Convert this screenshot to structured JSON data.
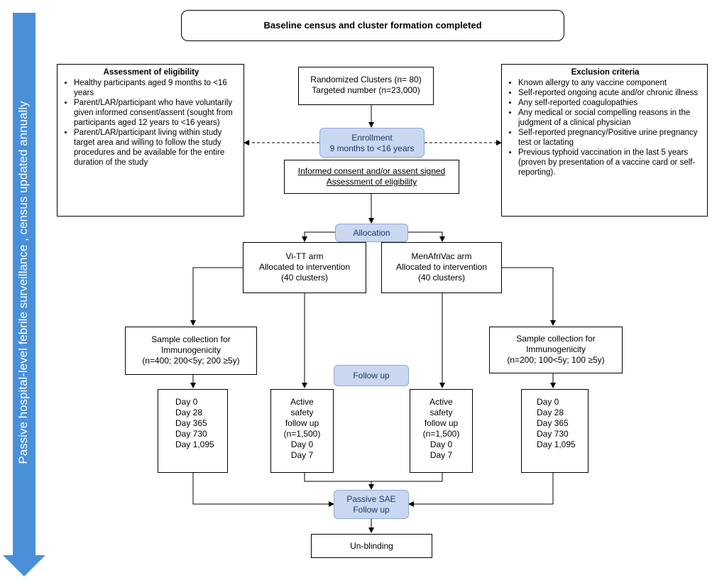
{
  "side_banner": {
    "text": "Passive hospital-level febrile surveillance , census updated annually",
    "color": "#4a90d9"
  },
  "header": {
    "title": "Baseline census and cluster formation completed"
  },
  "randomized": {
    "line1": "Randomized Clusters (n=  80)",
    "line2": "Targeted number (n=23,000)"
  },
  "eligibility": {
    "title": "Assessment of eligibility",
    "items": [
      "Healthy participants aged 9 months  to <16 years",
      "Parent/LAR/participant who have voluntarily given informed consent/assent (sought from participants aged 12 years to <16 years)",
      "Parent/LAR/participant living within study target area and willing to follow the study procedures and be available for the entire duration of the study"
    ]
  },
  "exclusion": {
    "title": "Exclusion criteria",
    "items": [
      "Known allergy to any vaccine component",
      "Self-reported ongoing acute and/or chronic illness",
      "Any self-reported coagulopathies",
      "Any medical or social compelling reasons in the judgment of a clinical physician",
      "Self-reported pregnancy/Positive urine pregnancy test or lactating",
      "Previous typhoid vaccination in the last 5 years (proven by presentation of a vaccine card or self-reporting)."
    ]
  },
  "enrollment": {
    "line1": "Enrollment",
    "line2": "9 months to <16 years"
  },
  "consent": {
    "line1": "Informed consent and/or assent signed",
    "line2": "Assessment of eligibility"
  },
  "allocation": {
    "label": "Allocation"
  },
  "arm_vitt": {
    "line1": "Vi-TT  arm",
    "line2": "Allocated to intervention",
    "line3": "(40 clusters)"
  },
  "arm_menafri": {
    "line1": "MenAfriVac arm",
    "line2": "Allocated to intervention",
    "line3": "(40 clusters)"
  },
  "sample_left": {
    "line1": "Sample collection for",
    "line2": "Immunogenicity",
    "line3": "(n=400; 200<5y; 200 ≥5y)"
  },
  "sample_right": {
    "line1": "Sample collection for",
    "line2": "Immunogenicity",
    "line3": "(n=200; 100<5y; 100 ≥5y)"
  },
  "follow_up": {
    "label": "Follow up"
  },
  "days_left": [
    "Day 0",
    "Day 28",
    "Day 365",
    "Day 730",
    "Day 1,095"
  ],
  "days_right": [
    "Day 0",
    "Day 28",
    "Day 365",
    "Day 730",
    "Day 1,095"
  ],
  "safety_left": [
    "Active",
    "safety",
    "follow up",
    "(n=1,500)",
    "Day 0",
    "Day 7"
  ],
  "safety_right": [
    "Active",
    "safety",
    "follow up",
    "(n=1,500)",
    "Day 0",
    "Day 7"
  ],
  "passive_sae": {
    "line1": "Passive SAE",
    "line2": "Follow up"
  },
  "unblinding": {
    "label": "Un-blinding"
  }
}
